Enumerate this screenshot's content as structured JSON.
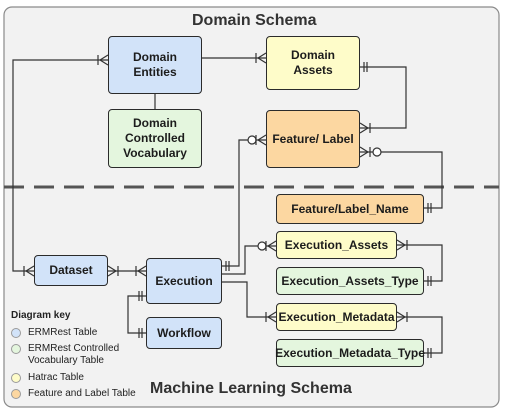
{
  "titles": {
    "domain_schema": "Domain Schema",
    "ml_schema": "Machine Learning Schema"
  },
  "colors": {
    "ermrest_table": "#d2e3f9",
    "controlled_vocabulary": "#e4f6de",
    "hatrac_table": "#fefcc9",
    "feature_label_table": "#fcd7a1",
    "frame_background": "#f2f2f2"
  },
  "entities": {
    "domain_entities": "Domain\nEntities",
    "domain_controlled_vocabulary": "Domain\nControlled\nVocabulary",
    "domain_assets": "Domain\nAssets",
    "feature_label": "Feature/ Label",
    "feature_label_name": "Feature/Label_Name",
    "dataset": "Dataset",
    "execution": "Execution",
    "workflow": "Workflow",
    "execution_assets": "Execution_Assets",
    "execution_assets_type": "Execution_Assets_Type",
    "execution_metadata": "Execution_Metadata",
    "execution_metadata_type": "Execution_Metadata_Type"
  },
  "diagram_key": {
    "title": "Diagram key",
    "items": [
      {
        "label": "ERMRest Table",
        "color": "#d2e3f9"
      },
      {
        "label": "ERMRest Controlled\nVocabulary Table",
        "color": "#e4f6de"
      },
      {
        "label": "Hatrac Table",
        "color": "#fefcc9"
      },
      {
        "label": "Feature and Label Table",
        "color": "#fcd7a1"
      }
    ]
  }
}
